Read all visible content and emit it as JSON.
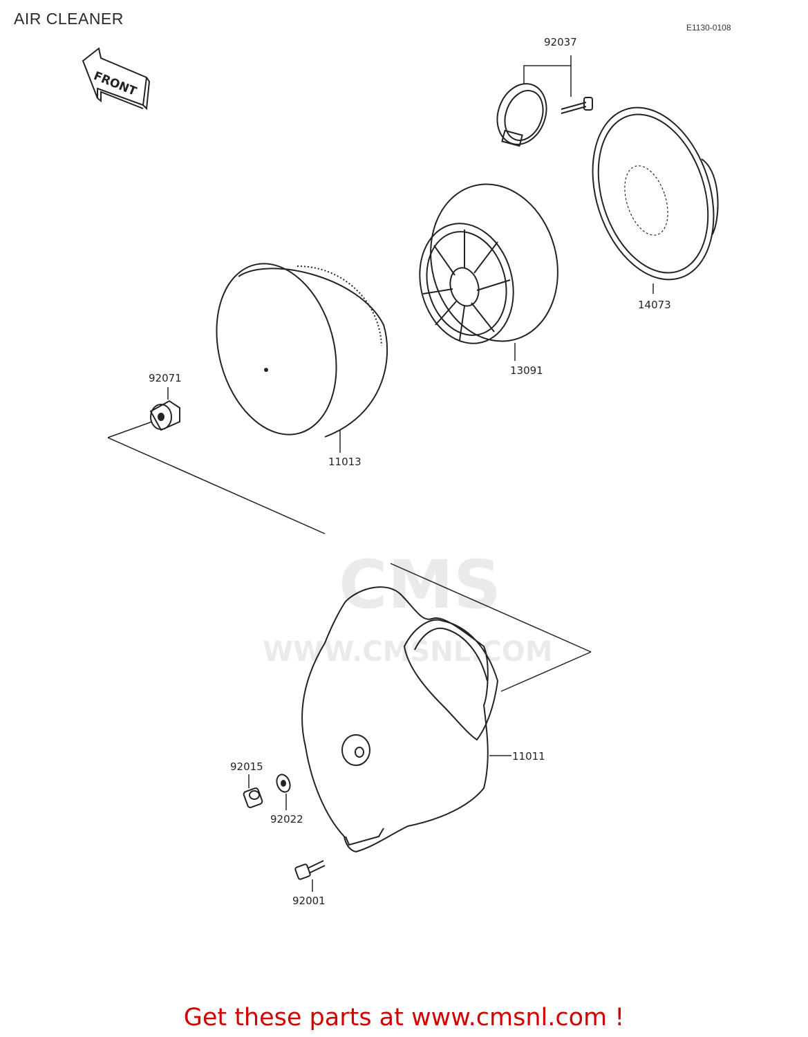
{
  "header": {
    "title": "AIR CLEANER",
    "diagram_code": "E1130-0108"
  },
  "front_arrow": {
    "label": "FRONT"
  },
  "parts": {
    "p92037": "92037",
    "p14073": "14073",
    "p13091": "13091",
    "p92071": "92071",
    "p11013": "11013",
    "p11011": "11011",
    "p92015": "92015",
    "p92022": "92022",
    "p92001": "92001"
  },
  "watermark": {
    "brand": "CMS",
    "url": "WWW.CMSNL.COM"
  },
  "footer": {
    "cta": "Get these parts at www.cmsnl.com !"
  },
  "colors": {
    "cta": "#d20000",
    "line": "#222222"
  }
}
